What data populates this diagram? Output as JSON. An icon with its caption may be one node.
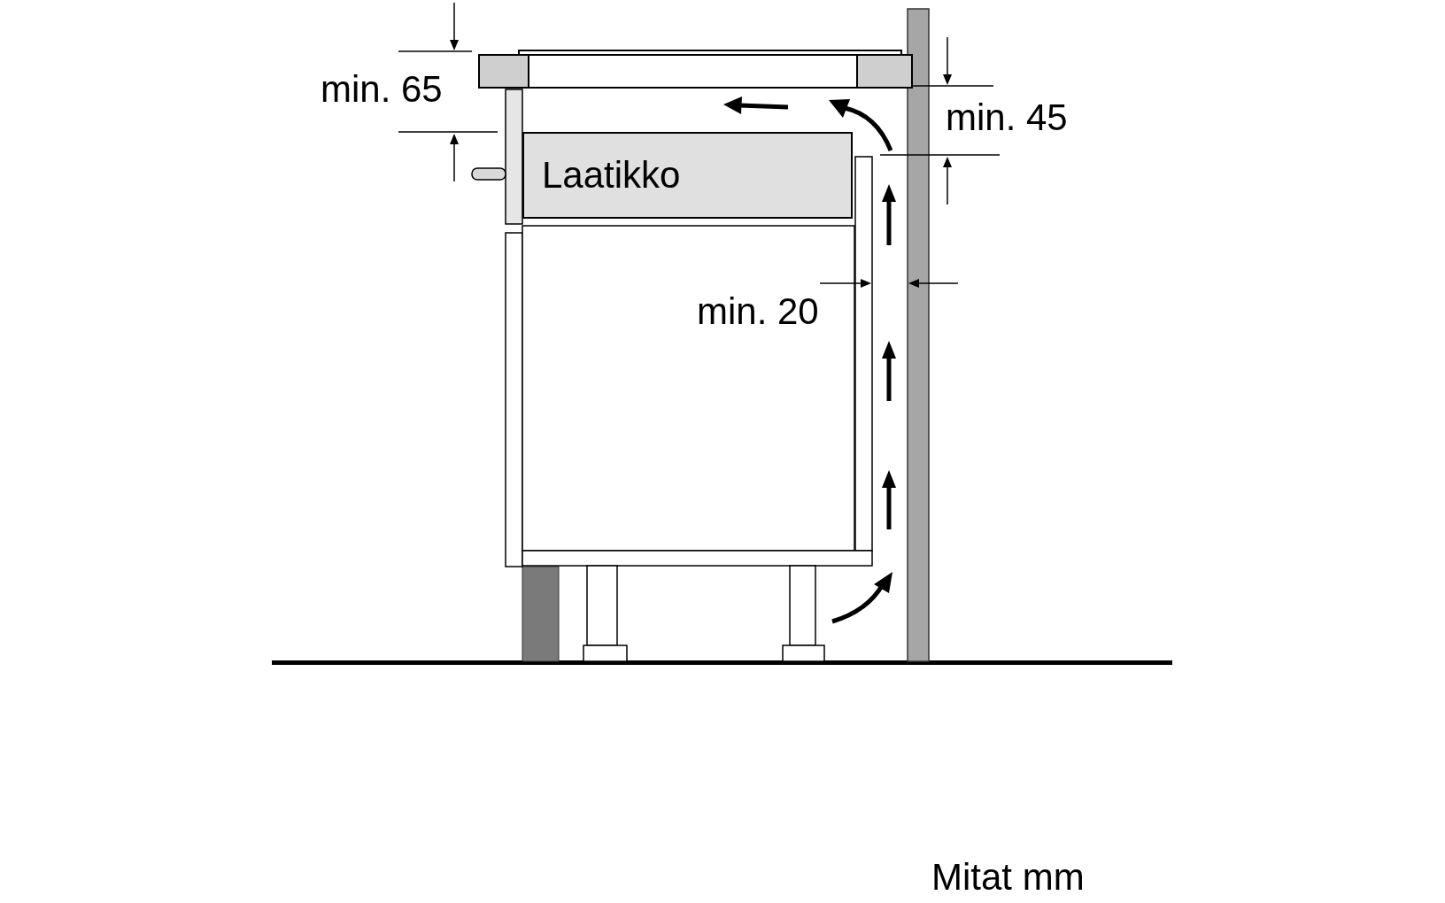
{
  "diagram": {
    "nodes": [
      {
        "text": [
          "Laatikko"
        ]
      }
    ],
    "labels": [
      "min. 65",
      "min. 45",
      "min. 20",
      "Mitat mm"
    ]
  }
}
